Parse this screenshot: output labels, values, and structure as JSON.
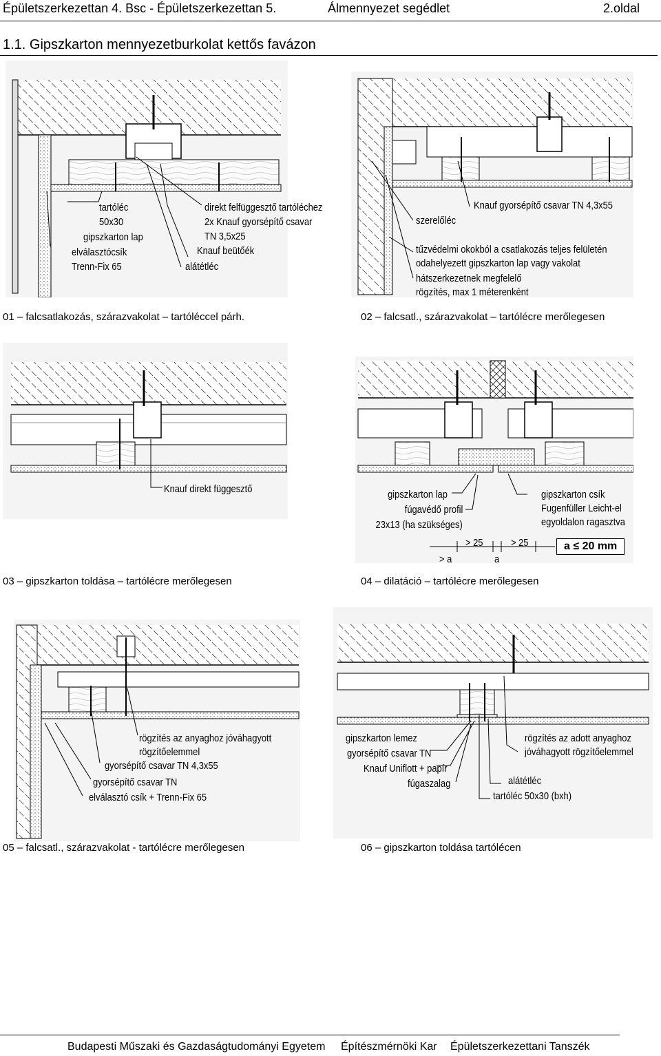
{
  "header": {
    "left": "Épületszerkezettan 4. Bsc - Épületszerkezettan 5.",
    "center": "Álmennyezet segédlet",
    "right": "2.oldal"
  },
  "section_title": "1.1. Gipszkarton mennyezetburkolat kettős favázon",
  "figures": [
    {
      "caption": "01 – falcsatlakozás, szárazvakolat – tartóléccel párh.",
      "labels": [
        "tartóléc",
        "50x30",
        "gipszkarton lap",
        "elválasztócsík",
        "Trenn-Fix 65",
        "direkt felfüggesztő tartóléchez",
        "2x Knauf gyorsépítő csavar",
        "TN 3,5x25",
        "Knauf beütőék",
        "alátétléc"
      ]
    },
    {
      "caption": "02 – falcsatl., szárazvakolat – tartólécre merőlegesen",
      "labels": [
        "Knauf gyorsépítő csavar TN 4,3x55",
        "szerelőléc",
        "tűzvédelmi okokból a csatlakozás teljes felületén",
        "odahelyezett gipszkarton lap vagy vakolat",
        "hátszerkezetnek megfelelő",
        "rögzítés, max 1 méterenként"
      ]
    },
    {
      "caption": "03 – gipszkarton toldása – tartólécre merőlegesen",
      "labels": [
        "Knauf direkt függesztő"
      ]
    },
    {
      "caption": "04 – dilatáció – tartólécre merőlegesen",
      "labels": [
        "gipszkarton lap",
        "fúgavédő profil",
        "23x13 (ha szükséges)",
        "gipszkarton csík",
        "Fugenfüller Leicht-el",
        "egyoldalon ragasztva",
        "> 25",
        "> 25",
        "> a",
        "a",
        "a ≤ 20 mm"
      ]
    },
    {
      "caption": "05 – falcsatl., szárazvakolat - tartólécre merőlegesen",
      "labels": [
        "rögzítés az anyaghoz jóváhagyott",
        "rögzítőelemmel",
        "gyorsépítő csavar TN 4,3x55",
        "gyorsépítő csavar TN",
        "elválasztó csík + Trenn-Fix 65"
      ]
    },
    {
      "caption": "06 – gipszkarton toldása tartólécen",
      "labels": [
        "gipszkarton lemez",
        "gyorsépítő csavar TN",
        "Knauf Uniflott + papír",
        "fúgaszalag",
        "rögzítés az adott anyaghoz",
        "jóváhagyott rögzítőelemmel",
        "alátétléc",
        "tartóléc 50x30 (bxh)"
      ]
    }
  ],
  "footer": {
    "university": "Budapesti Műszaki és Gazdaságtudományi Egyetem",
    "faculty": "Építészmérnöki Kar",
    "department": "Épületszerkezettani Tanszék"
  }
}
